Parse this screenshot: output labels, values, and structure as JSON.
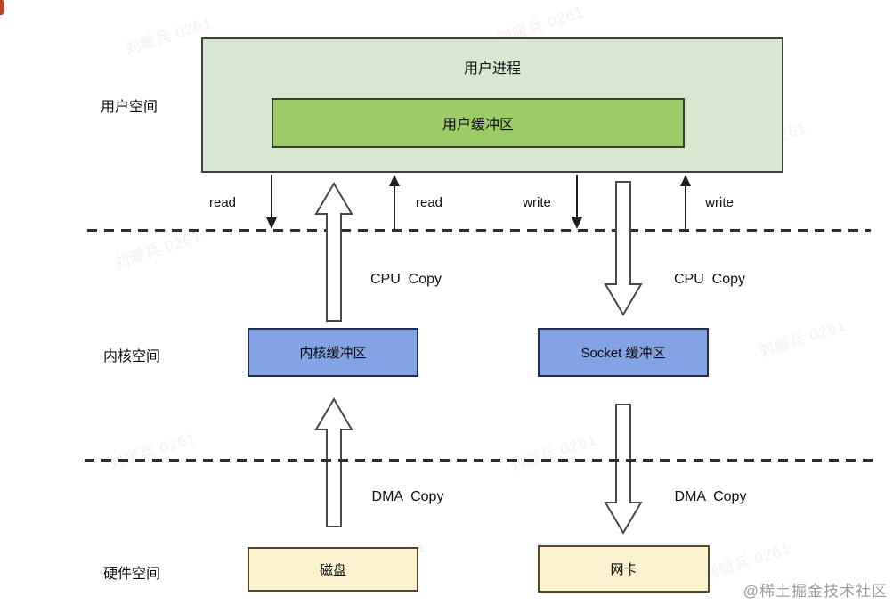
{
  "diagram": {
    "spaces": {
      "user": "用户空间",
      "kernel": "内核空间",
      "hardware": "硬件空间"
    },
    "boxes": {
      "user_process": "用户进程",
      "user_buffer": "用户缓冲区",
      "kernel_buffer": "内核缓冲区",
      "socket_buffer": "Socket 缓冲区",
      "disk": "磁盘",
      "nic": "网卡"
    },
    "flow_labels": {
      "read_left": "read",
      "read_right": "read",
      "write_left": "write",
      "write_right": "write"
    },
    "copy_labels": {
      "cpu_left": "CPU  Copy",
      "cpu_right": "CPU  Copy",
      "dma_left": "DMA  Copy",
      "dma_right": "DMA  Copy"
    },
    "watermark": "刘暖兵 0261",
    "credit": "@稀土掘金技术社区",
    "colors": {
      "user_space_fill": "#d7e7d0",
      "user_buffer_fill": "#9ccc67",
      "kernel_buffer_fill": "#81a4e3",
      "hardware_fill": "#faf3cd",
      "line": "#2d2d2d"
    }
  }
}
